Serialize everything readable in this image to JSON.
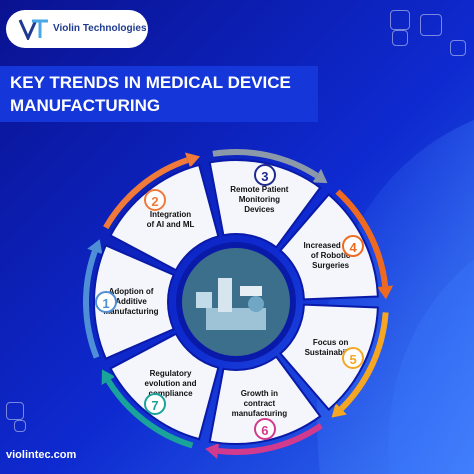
{
  "brand": {
    "name": "Violin Technologies",
    "mark": "VT"
  },
  "title": "KEY TRENDS IN MEDICAL DEVICE MANUFACTURING",
  "footer": {
    "url": "violintec.com"
  },
  "segments": [
    {
      "number": "1",
      "label_lines": [
        "Adoption of",
        "Additive",
        "Manufacturing"
      ],
      "color": "#4f8fd6"
    },
    {
      "number": "2",
      "label_lines": [
        "Integration",
        "of AI and ML"
      ],
      "color": "#ef7a3a"
    },
    {
      "number": "3",
      "label_lines": [
        "Remote Patient",
        "Monitoring",
        "Devices"
      ],
      "color": "#1d2a8f"
    },
    {
      "number": "4",
      "label_lines": [
        "Increased Use",
        "of Robotic",
        "Surgeries"
      ],
      "color": "#ef6a21"
    },
    {
      "number": "5",
      "label_lines": [
        "Focus on",
        "Sustainability"
      ],
      "color": "#f5a623"
    },
    {
      "number": "6",
      "label_lines": [
        "Growth in",
        "contract",
        "manufacturing"
      ],
      "color": "#d23a8e"
    },
    {
      "number": "7",
      "label_lines": [
        "Regulatory",
        "evolution and",
        "compliance"
      ],
      "color": "#1aa39a"
    }
  ],
  "colors": {
    "background_dark": "#0a1aa8",
    "background_light": "#2c5fe8",
    "title_band": "#1536d8",
    "arrow_ring": [
      "#4f8fd6",
      "#ef7a3a",
      "#8c99a8",
      "#ef6a21",
      "#f5a623",
      "#d23a8e",
      "#1aa39a"
    ]
  },
  "center_image": "medical-manufacturing-robot-photo"
}
